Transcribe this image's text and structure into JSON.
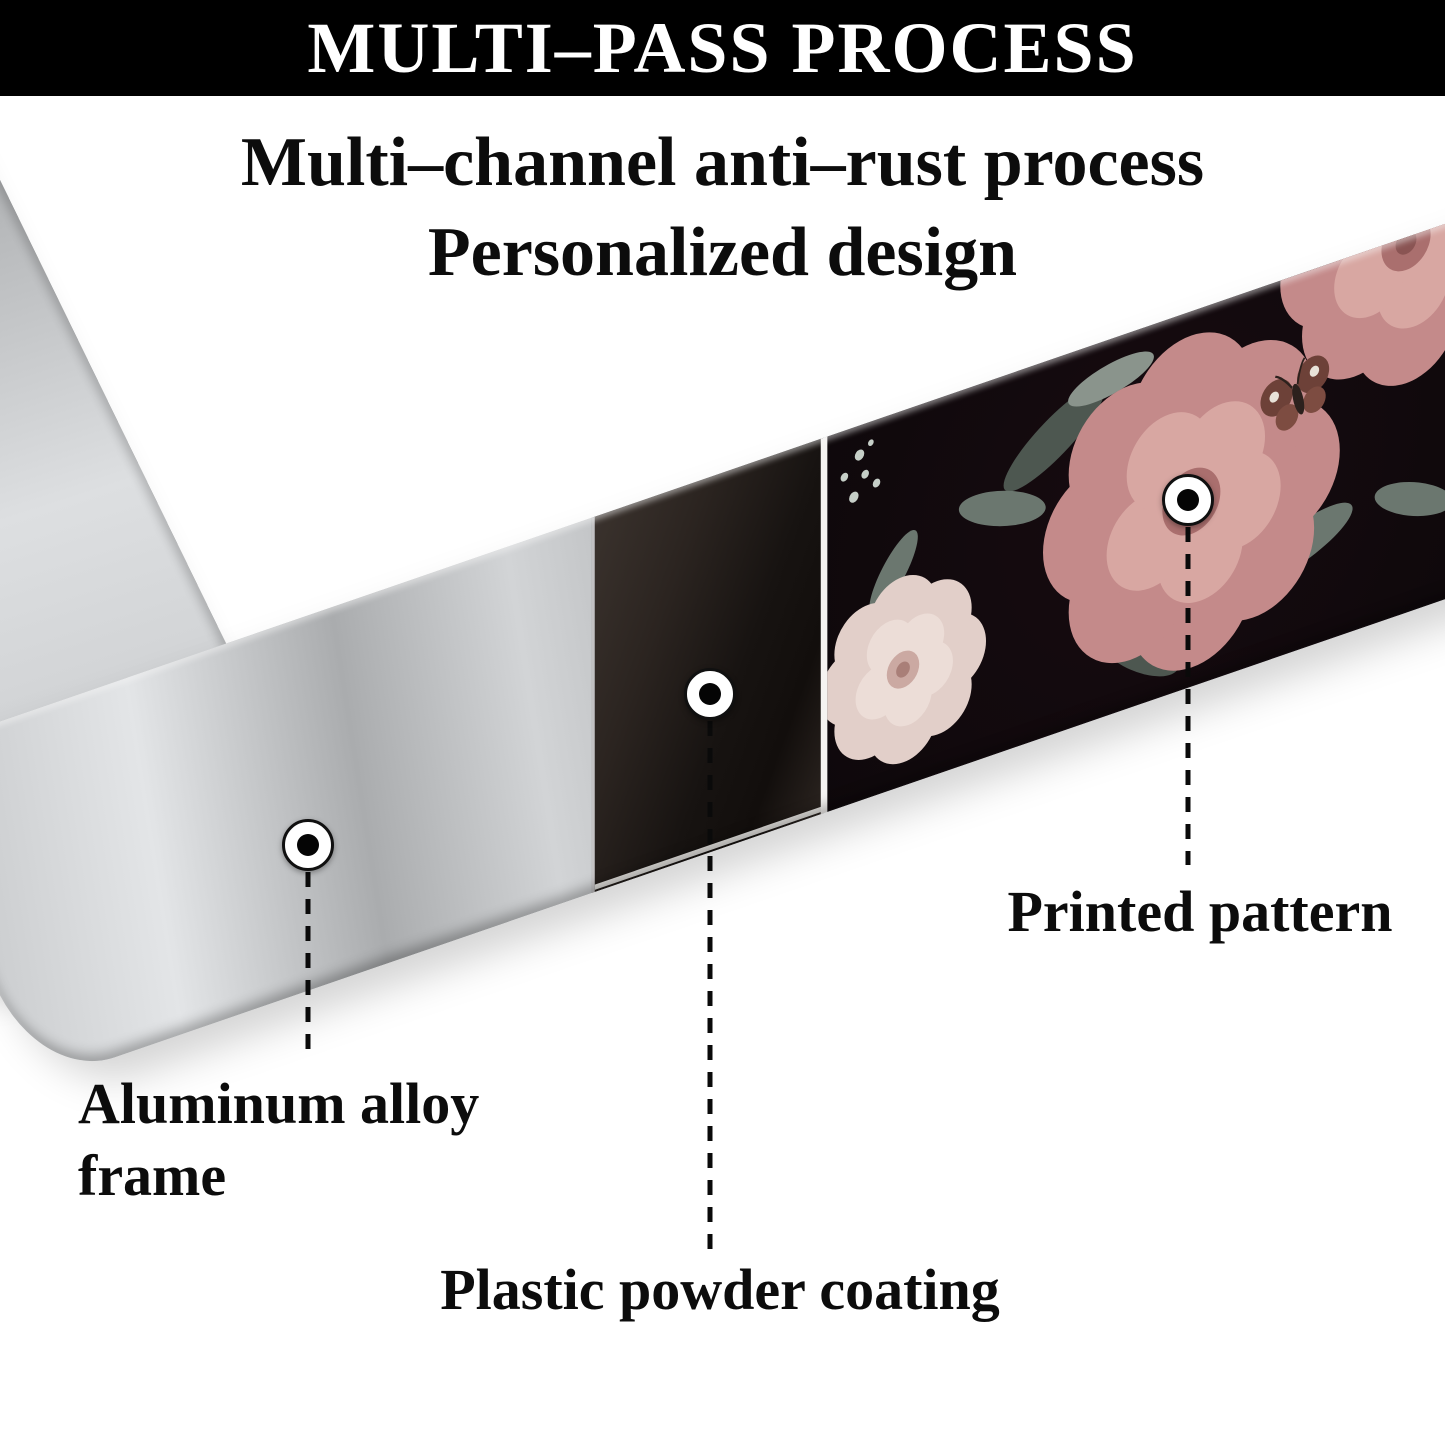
{
  "banner": {
    "title": "MULTI–PASS PROCESS"
  },
  "heading": {
    "line1": "Multi–channel anti–rust process",
    "line2": "Personalized design"
  },
  "callouts": {
    "aluminum": {
      "label": "Aluminum alloy frame"
    },
    "plastic": {
      "label": "Plastic powder coating"
    },
    "printed": {
      "label": "Printed pattern"
    }
  },
  "colors": {
    "banner-bg": "#000000",
    "banner-fg": "#ffffff",
    "text": "#0c0c0c",
    "aluminum-light": "#e0e2e4",
    "aluminum-mid": "#b9bcbe",
    "aluminum-dark": "#97999c",
    "plastic-dark": "#171311",
    "plastic-mid": "#2b2420",
    "floral-bg": "#0a0709",
    "flower-pink": "#c48a8a",
    "flower-pink-light": "#d8a7a2",
    "flower-pink-deep": "#aa6f6e",
    "flower-pale": "#e2cfc9",
    "leaf-green": "#6b776f",
    "leaf-green-dark": "#4d5750",
    "leaf-green-light": "#8a948c",
    "separator": "#f5f3f1"
  }
}
